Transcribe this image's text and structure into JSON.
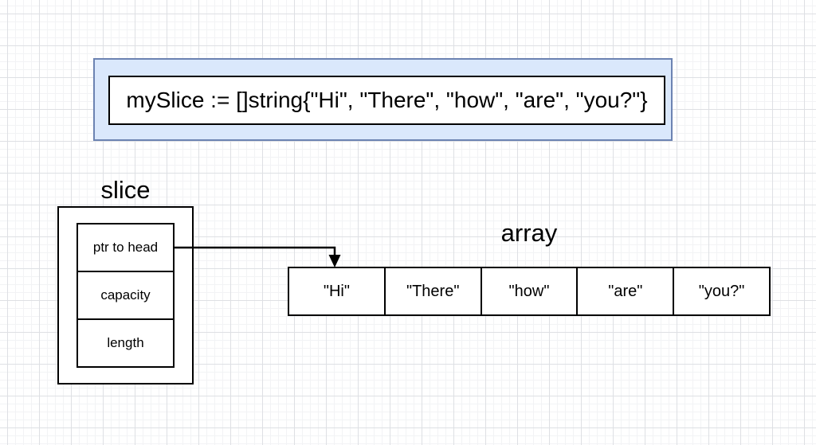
{
  "colors": {
    "container_fill": "#dae8fc",
    "container_border": "#6c83b2",
    "shape_border": "#000000",
    "text": "#000000",
    "grid_minor": "#f2f3f5",
    "grid_major": "#dee0e4",
    "canvas_bg": "#ffffff"
  },
  "code_box": {
    "text": "mySlice := []string{\"Hi\", \"There\", \"how\", \"are\", \"you?\"}"
  },
  "slice": {
    "title": "slice",
    "fields": [
      {
        "label": "ptr to head"
      },
      {
        "label": "capacity"
      },
      {
        "label": "length"
      }
    ]
  },
  "array": {
    "title": "array",
    "cells": [
      {
        "label": "\"Hi\""
      },
      {
        "label": "\"There\""
      },
      {
        "label": "\"how\""
      },
      {
        "label": "\"are\""
      },
      {
        "label": "\"you?\""
      }
    ]
  }
}
